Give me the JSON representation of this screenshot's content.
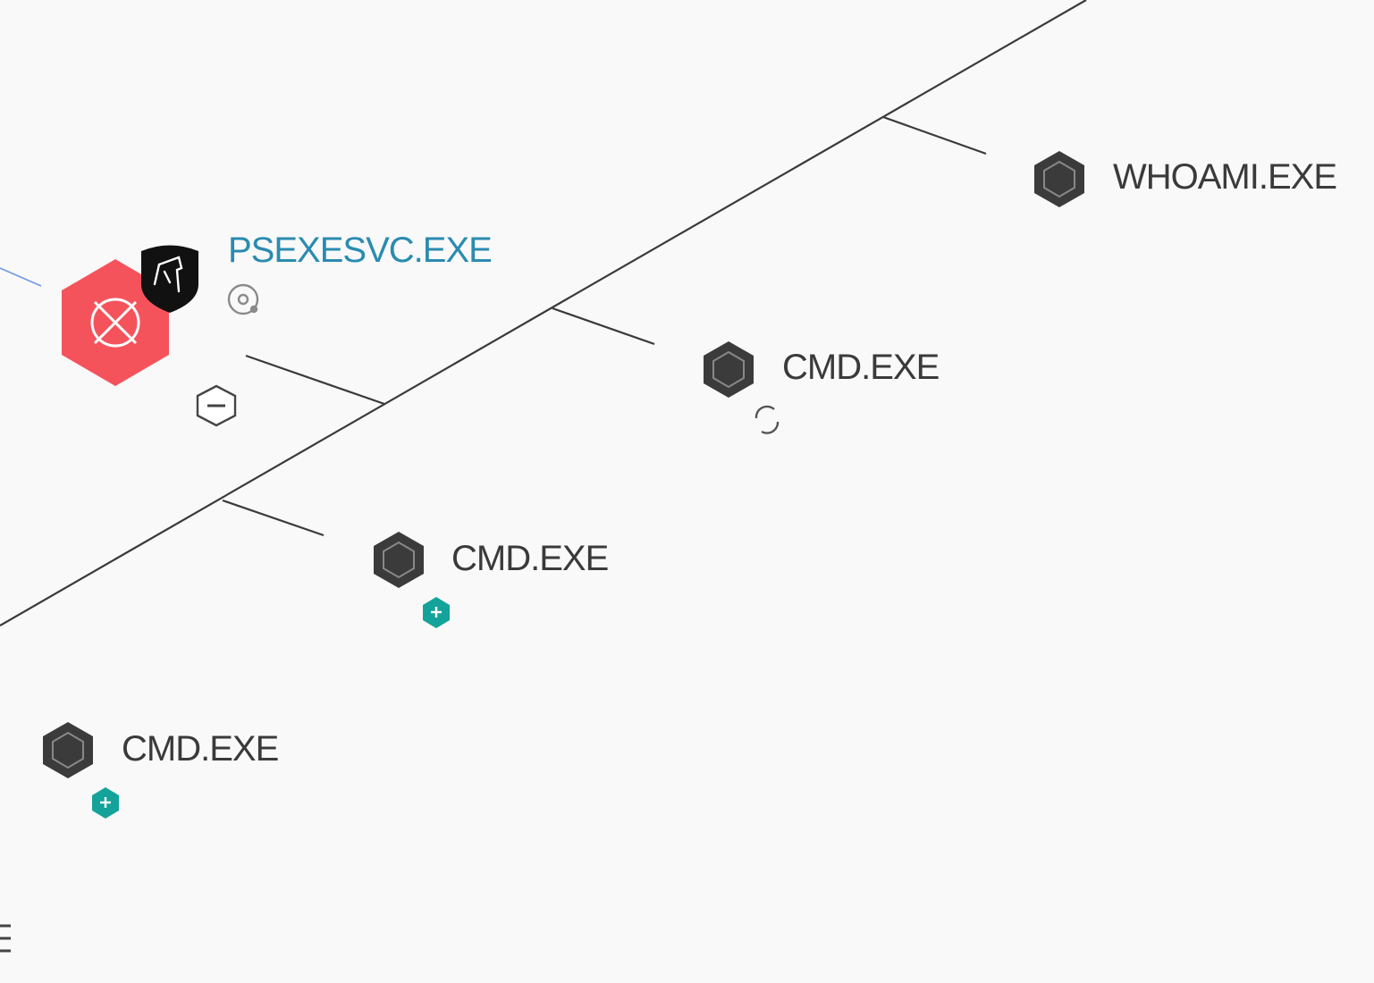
{
  "graph": {
    "root": {
      "label": "PSEXESVC.EXE",
      "fill": "#f5535c",
      "label_color": "#2a8bb0",
      "badge_icon": "alert-shield-icon",
      "sub_icon": "network-target-icon",
      "collapse_icon": "collapse-minus-icon"
    },
    "children": [
      {
        "label": "WHOAMI.EXE",
        "icon": "process-hexagon-icon"
      },
      {
        "label": "CMD.EXE",
        "icon": "process-hexagon-icon",
        "status_icon": "loading-spinner-icon"
      },
      {
        "label": "CMD.EXE",
        "icon": "process-hexagon-icon",
        "status_icon": "expand-plus-icon"
      },
      {
        "label": "CMD.EXE",
        "icon": "process-hexagon-icon",
        "status_icon": "expand-plus-icon"
      }
    ],
    "colors": {
      "process_node": "#3b3b3b",
      "expand_badge": "#14a39a",
      "edge": "#3a3a3a",
      "inbound_edge": "#6f97e8",
      "background": "#f9f9f9"
    }
  }
}
